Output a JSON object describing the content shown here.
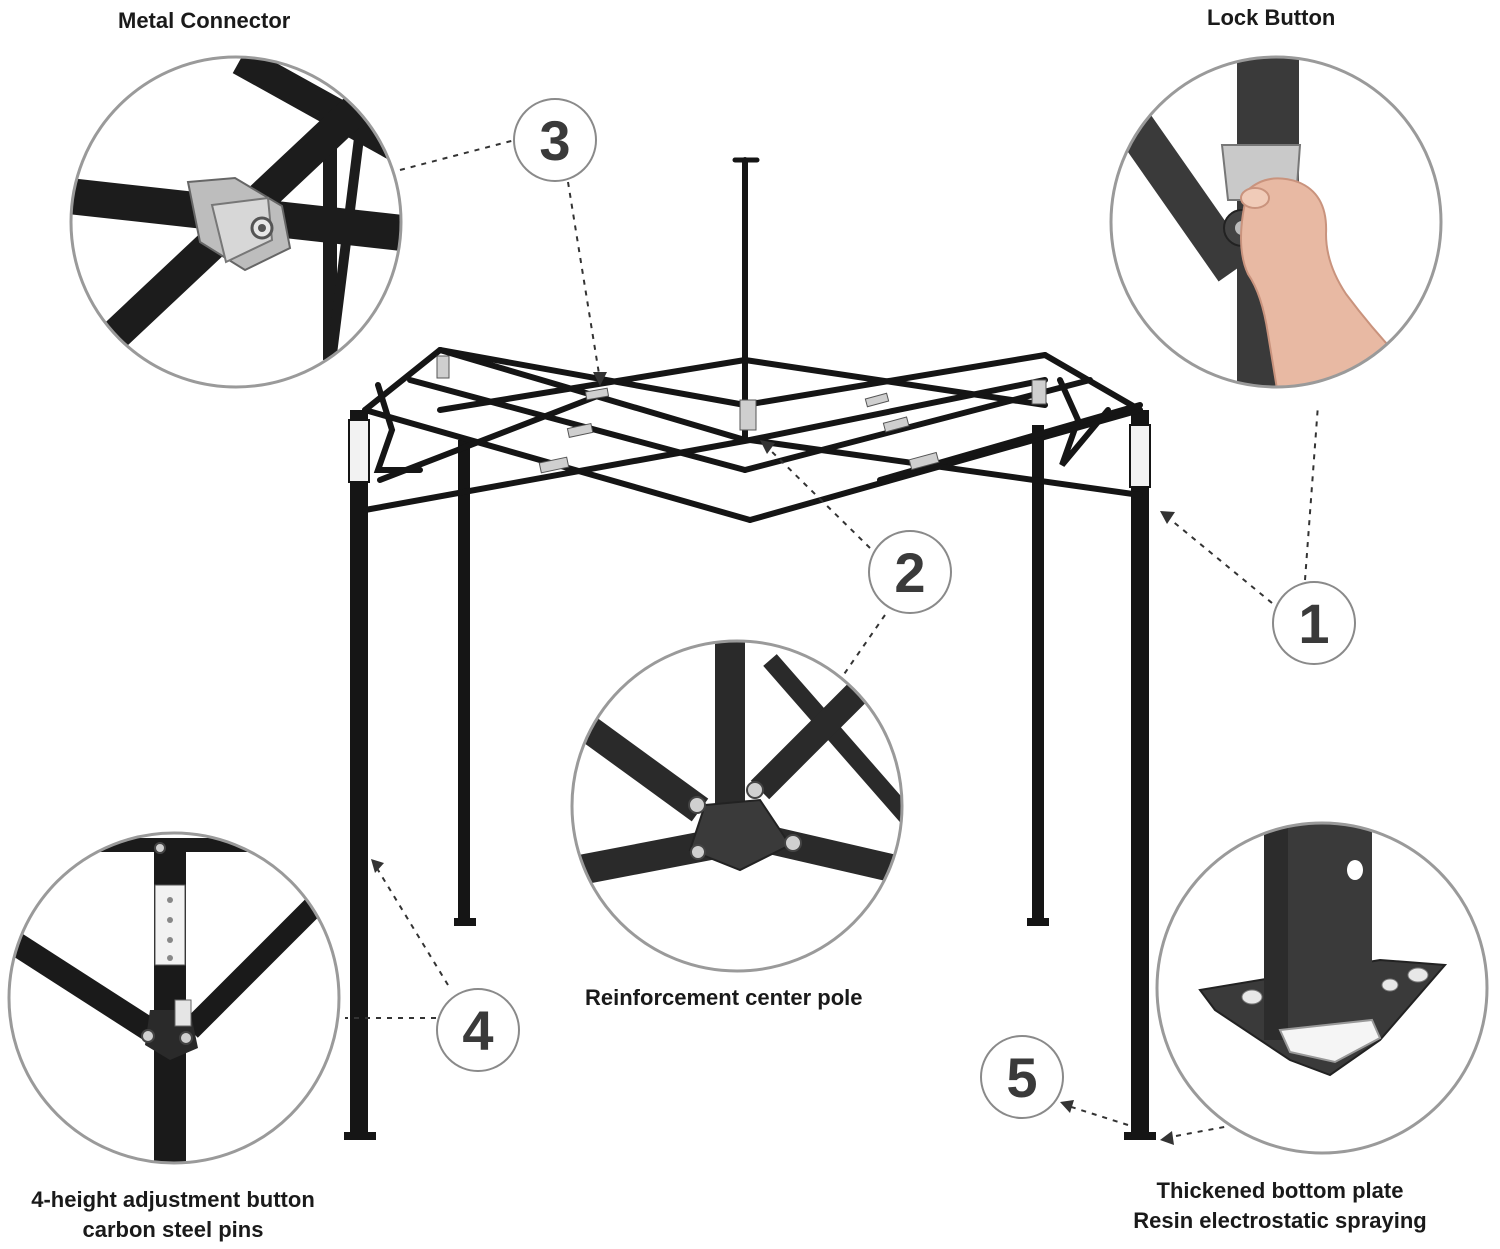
{
  "labels": {
    "metal_connector": "Metal Connector",
    "lock_button": "Lock Button",
    "center_pole": "Reinforcement center pole",
    "adjustment_line1": "4-height adjustment button",
    "adjustment_line2": "carbon steel pins",
    "bottom_plate_line1": "Thickened bottom plate",
    "bottom_plate_line2": "Resin electrostatic spraying"
  },
  "callouts": [
    {
      "number": "1"
    },
    {
      "number": "2"
    },
    {
      "number": "3"
    },
    {
      "number": "4"
    },
    {
      "number": "5"
    }
  ],
  "colors": {
    "frame": "#151515",
    "detail_steel": "#3a3a3a",
    "connector": "#c8c8c8",
    "circle_border": "#9a9a9a",
    "skin": "#e8b9a3"
  }
}
